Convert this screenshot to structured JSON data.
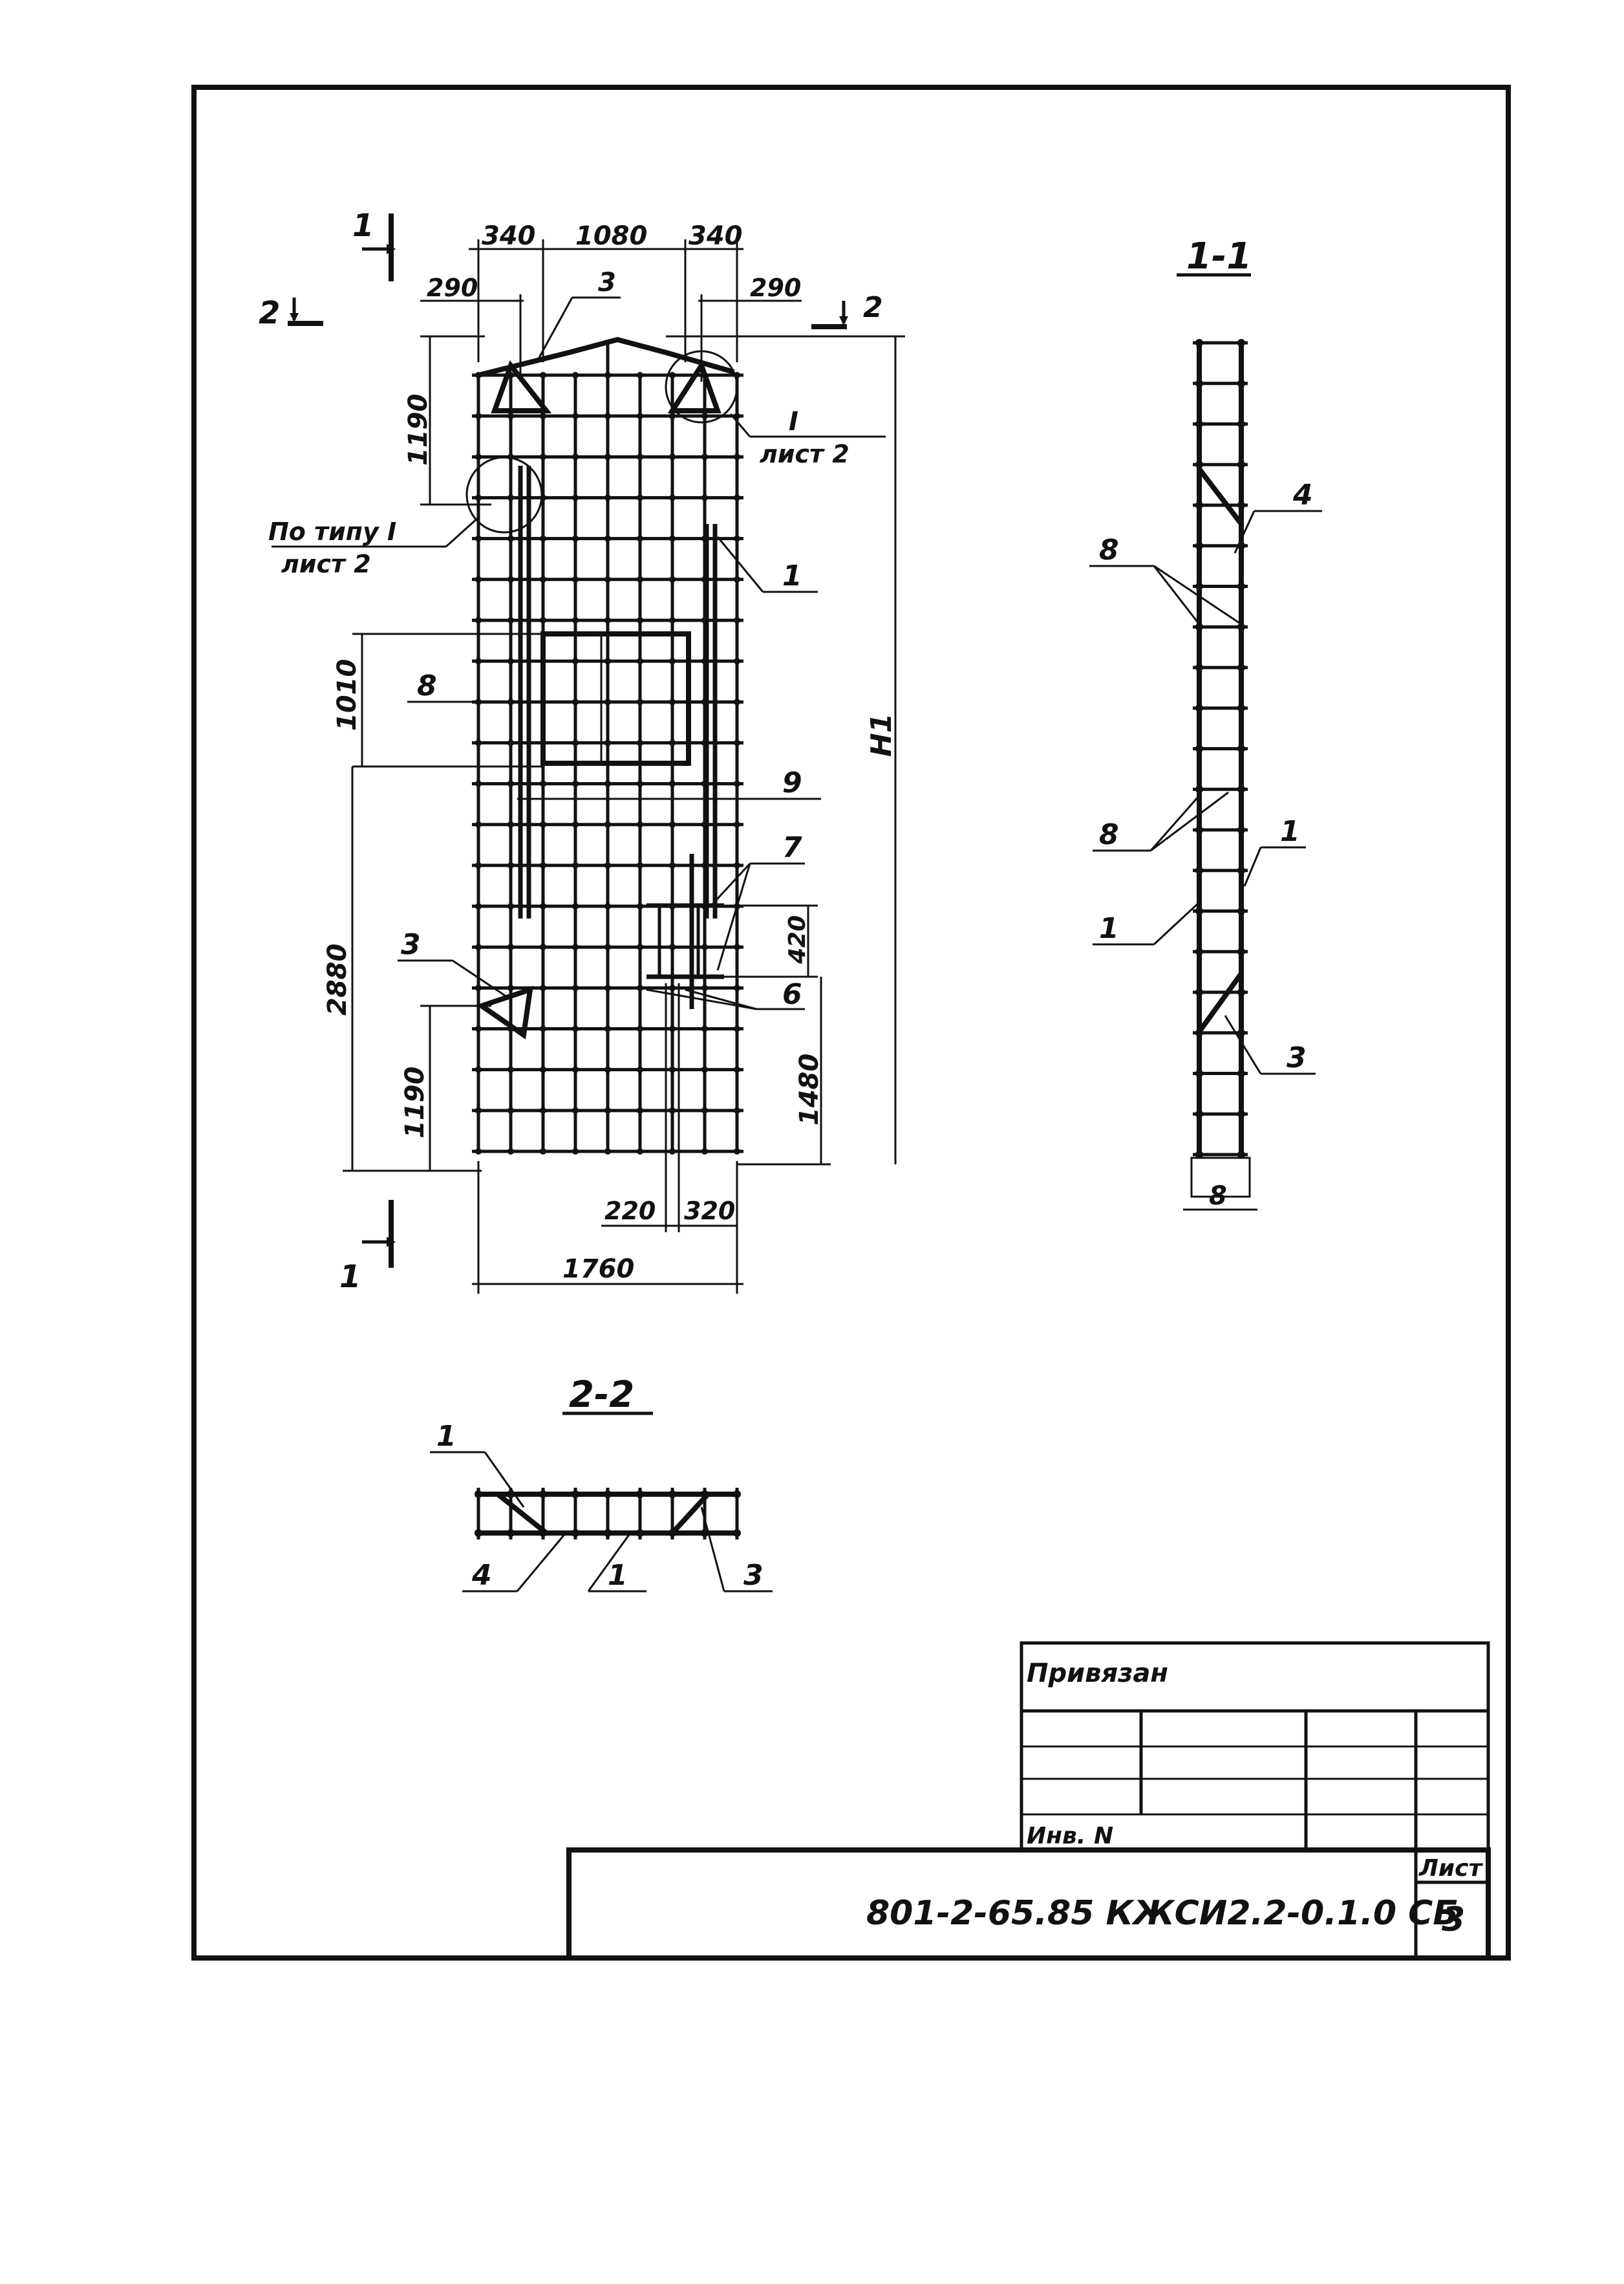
{
  "main_view": {
    "section_mark_1": "1",
    "section_mark_2": "2",
    "dimensions": {
      "top_left": "340",
      "top_middle": "1080",
      "top_right": "340",
      "offset_left": "290",
      "offset_right": "290",
      "upper_height": "1190",
      "opening_height": "1010",
      "lower_height": "2880",
      "bottom_height": "1190",
      "small_opening": "420",
      "right_lower": "1480",
      "total_height": "H1",
      "bottom_a": "220",
      "bottom_b": "320",
      "total_width": "1760"
    },
    "callouts": {
      "top_3": "3",
      "node_I": "I",
      "sheet_ref_right": "лист 2",
      "type_I": "По типу I",
      "sheet_ref_left": "лист 2",
      "pos_1": "1",
      "pos_8": "8",
      "pos_9": "9",
      "pos_7": "7",
      "pos_3": "3",
      "pos_6": "6"
    }
  },
  "section_1_1": {
    "title": "1-1",
    "pos_4": "4",
    "pos_8a": "8",
    "pos_8b": "8",
    "pos_1a": "1",
    "pos_1b": "1",
    "pos_3": "3",
    "width": "8"
  },
  "section_2_2": {
    "title": "2-2",
    "pos_1": "1",
    "pos_4": "4",
    "pos_1b": "1",
    "pos_3": "3"
  },
  "title_block": {
    "bound_label": "Привязан",
    "inventory_label": "Инв. N",
    "document_code": "801-2-65.85 КЖСИ2.2-0.1.0 СБ",
    "sheet_label": "Лист",
    "sheet_number": "3"
  }
}
